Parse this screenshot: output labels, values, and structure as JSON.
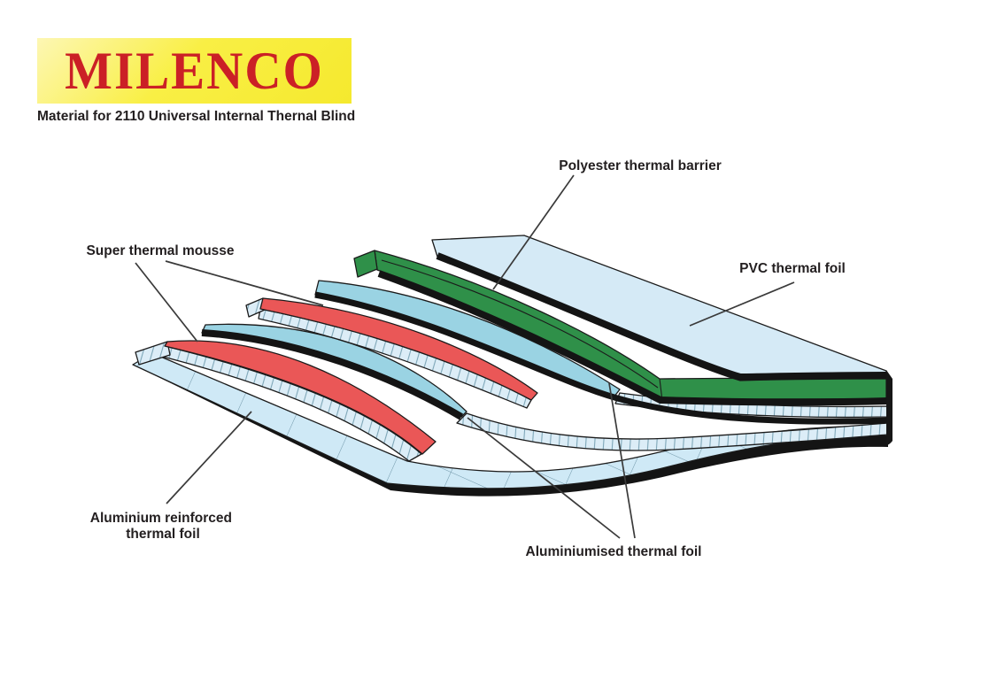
{
  "logo": {
    "brand": "MILENCO",
    "brand_color": "#cb2026",
    "background_yellow": "#f7ee35",
    "subtitle": "Material for 2110 Universal Internal Thernal Blind"
  },
  "diagram": {
    "labels": {
      "polyester": "Polyester thermal barrier",
      "mousse": "Super thermal mousse",
      "pvc": "PVC thermal foil",
      "alu_reinforced_line1": "Aluminium reinforced",
      "alu_reinforced_line2": "thermal foil",
      "aluminiumised": "Aluminiumised thermal foil"
    },
    "layers": [
      {
        "name": "PVC thermal foil",
        "color": "#d5eaf6"
      },
      {
        "name": "Polyester thermal barrier",
        "color": "#2f9049"
      },
      {
        "name": "Super thermal mousse",
        "color": "#ea5757"
      },
      {
        "name": "Aluminiumised thermal foil",
        "color": "#9ad3e3"
      },
      {
        "name": "Aluminium reinforced thermal foil",
        "color": "#cfe9f6"
      }
    ],
    "colors": {
      "pvc": "#d5eaf6",
      "green": "#2f9049",
      "red": "#ea5757",
      "cyan": "#9ad3e3",
      "pale_grid": "#cfe9f6",
      "hatch_pale": "#dcedf7",
      "black": "#141414"
    }
  }
}
